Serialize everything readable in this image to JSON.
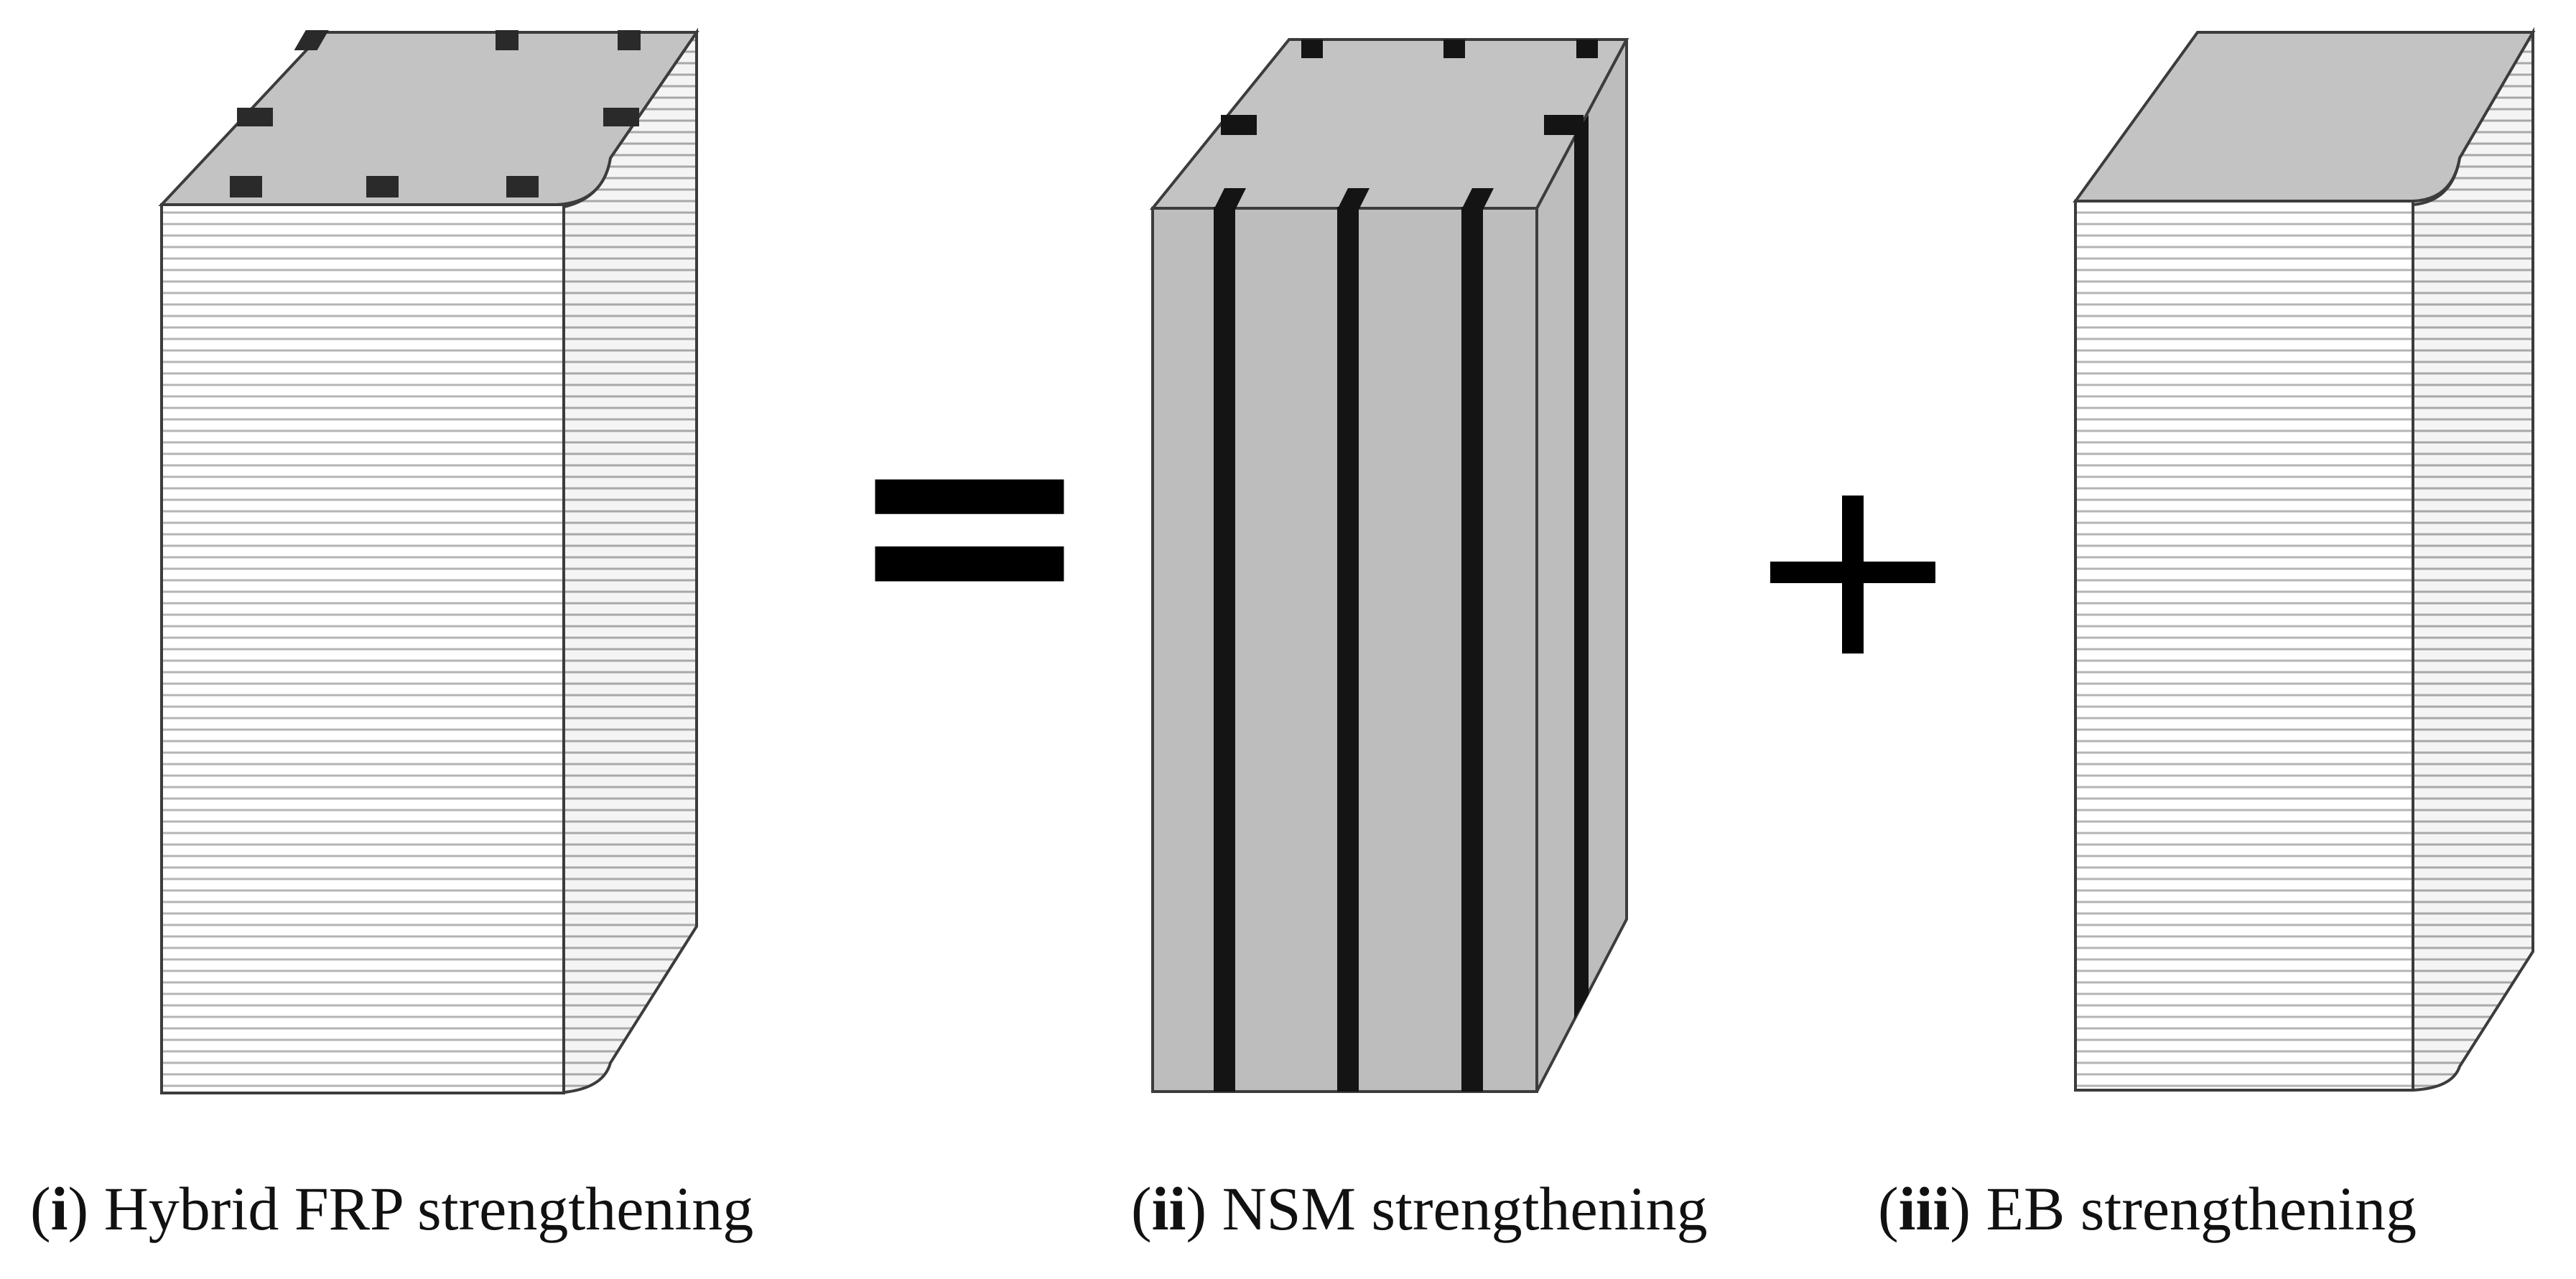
{
  "colors": {
    "top_face": "#c3c3c3",
    "wrap_face": "#ffffff",
    "wrap_lines": "#b4b4b4",
    "column_face": "#bdbdbd",
    "edge": "#3c3c3c",
    "strip": "#141414",
    "operator": "#000000"
  },
  "operators": {
    "equals": "=",
    "plus": "+"
  },
  "captions": {
    "i": {
      "open": "(",
      "index": "i",
      "close": ")",
      "text": " Hybrid FRP strengthening"
    },
    "ii": {
      "open": "(",
      "index": "ii",
      "close": ")",
      "text": " NSM strengthening"
    },
    "iii": {
      "open": "(",
      "index": "iii",
      "close": ")",
      "text": " EB strengthening"
    }
  }
}
